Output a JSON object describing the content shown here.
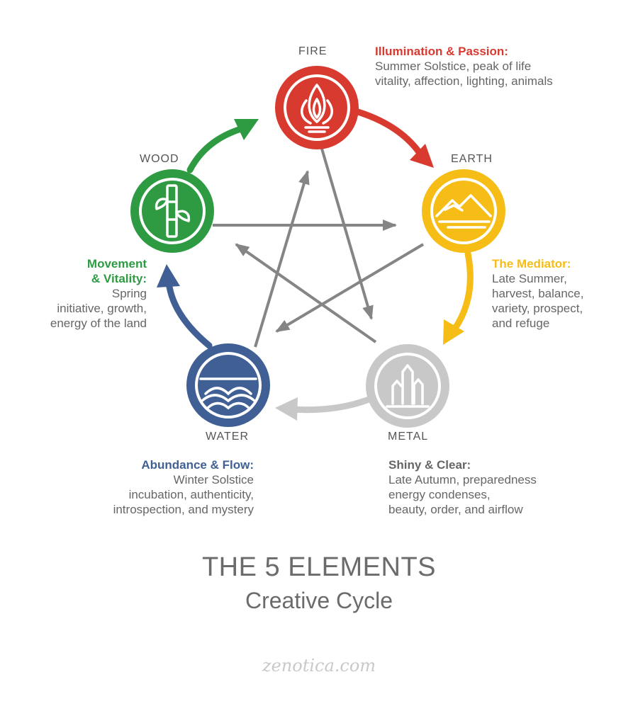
{
  "colors": {
    "fire": "#d93a2f",
    "earth": "#f6bd16",
    "metal": "#c8c8c8",
    "water": "#3f5f95",
    "wood": "#2e9b43",
    "star_lines": "#858585",
    "text": "#666666"
  },
  "elements": {
    "fire": {
      "name": "FIRE",
      "heading": "Illumination & Passion:",
      "lines": [
        "Summer Solstice, peak of life",
        "vitality, affection, lighting, animals"
      ],
      "icon": "flame-icon"
    },
    "earth": {
      "name": "EARTH",
      "heading": "The Mediator:",
      "lines": [
        "Late Summer,",
        "harvest, balance,",
        "variety, prospect,",
        "and refuge"
      ],
      "icon": "mountain-icon"
    },
    "metal": {
      "name": "METAL",
      "heading": "Shiny & Clear:",
      "lines": [
        "Late Autumn, preparedness",
        "energy condenses,",
        "beauty, order, and airflow"
      ],
      "icon": "crystal-icon"
    },
    "water": {
      "name": "WATER",
      "heading": "Abundance & Flow:",
      "lines": [
        "Winter Solstice",
        "incubation, authenticity,",
        "introspection, and mystery"
      ],
      "icon": "wave-icon"
    },
    "wood": {
      "name": "WOOD",
      "heading": "Movement & Vitality:",
      "heading_lines": [
        "Movement",
        "& Vitality:"
      ],
      "lines": [
        "Spring",
        "initiative, growth,",
        "energy of the land"
      ],
      "icon": "bamboo-icon"
    }
  },
  "title": "THE 5 ELEMENTS",
  "subtitle": "Creative Cycle",
  "credit": "zenotica.com"
}
